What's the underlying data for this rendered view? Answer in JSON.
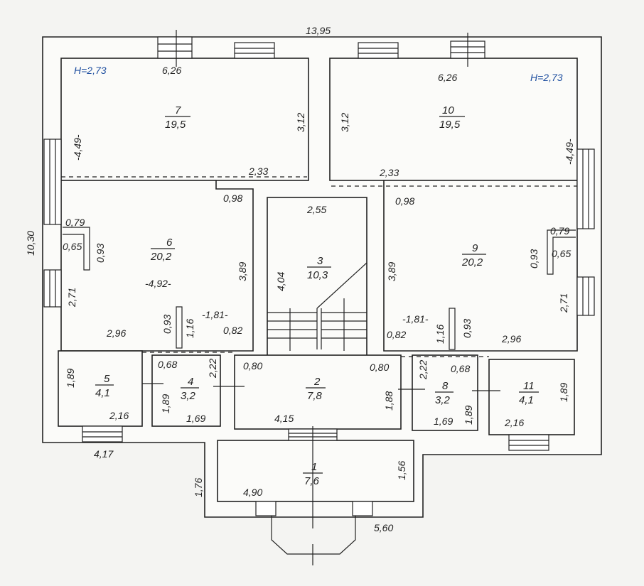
{
  "colors": {
    "height_label": "#1f4fa0",
    "line": "#222222",
    "paper": "#f4f4f2"
  },
  "overall": {
    "width": "13,95",
    "height": "10,30"
  },
  "height_labels": [
    "H=2,73",
    "H=2,73"
  ],
  "rooms": [
    {
      "id": "1",
      "area": "7,6"
    },
    {
      "id": "2",
      "area": "7,8"
    },
    {
      "id": "3",
      "area": "10,3"
    },
    {
      "id": "4",
      "area": "3,2"
    },
    {
      "id": "5",
      "area": "4,1"
    },
    {
      "id": "6",
      "area": "20,2"
    },
    {
      "id": "7",
      "area": "19,5"
    },
    {
      "id": "8",
      "area": "3,2"
    },
    {
      "id": "9",
      "area": "20,2"
    },
    {
      "id": "10",
      "area": "19,5"
    },
    {
      "id": "11",
      "area": "4,1"
    }
  ],
  "dimensions": {
    "r7_w": "6,26",
    "r7_h": "3,12",
    "r7_side": "-4,49-",
    "r7_b": "2,33",
    "r7_b2": "0,98",
    "r10_w": "6,26",
    "r10_h": "3,12",
    "r10_side": "-4,49-",
    "r10_b": "2,33",
    "r10_b2": "0,98",
    "r6_a": "0,79",
    "r6_b": "0,65",
    "r6_c": "0,93",
    "r6_mid": "-4,92-",
    "r6_right": "3,89",
    "r6_left": "2,71",
    "r6_bot": "2,96",
    "r6_d": "0,93",
    "r6_e": "1,16",
    "r6_f": "-1,81-",
    "r6_g": "0,82",
    "r9_a": "0,79",
    "r9_b": "0,65",
    "r9_c": "0,93",
    "r9_left": "3,89",
    "r9_right": "2,71",
    "r9_bot": "2,96",
    "r9_d": "0,93",
    "r9_e": "1,16",
    "r9_f": "-1,81-",
    "r9_g": "0,82",
    "r3_w": "2,55",
    "r3_h": "4,04",
    "r2_a": "0,80",
    "r2_b": "0,80",
    "r2_w": "4,15",
    "r2_h": "1,88",
    "r4_a": "0,68",
    "r4_b": "2,22",
    "r4_c": "1,89",
    "r4_d": "1,69",
    "r5_a": "1,89",
    "r5_b": "2,16",
    "r8_a": "2,22",
    "r8_b": "0,68",
    "r8_c": "1,69",
    "r8_d": "1,89",
    "r11_a": "1,89",
    "r11_b": "2,16",
    "left_ext": "4,17",
    "r1_a": "1,56",
    "r1_b": "4,90",
    "r1_c": "1,76",
    "r1_d": "5,60"
  }
}
